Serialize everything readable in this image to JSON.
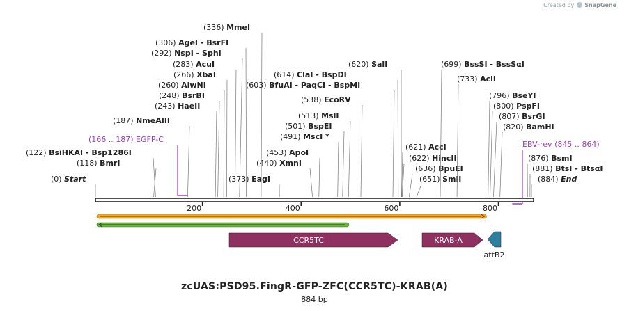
{
  "credit": {
    "prefix": "Created by",
    "brand": "SnapGene"
  },
  "title": "zcUAS:PSD95.FingR-GFP-ZFC(CCR5TC)-KRAB(A)",
  "length_label": "884 bp",
  "map": {
    "length": 884,
    "backbone_color": "#222222",
    "feature_label_color": "#9b3fbf",
    "ruler_ticks": [
      200,
      400,
      600,
      800
    ],
    "sites": [
      {
        "pos": "(0)",
        "name": "Start",
        "italic": true
      },
      {
        "pos": "(118)",
        "name": "BmrI"
      },
      {
        "pos": "(122)",
        "name": "BsiHKAI  -  Bsp1286I"
      },
      {
        "pos": "(187)",
        "name": "NmeAIII"
      },
      {
        "pos": "(243)",
        "name": "HaeII"
      },
      {
        "pos": "(248)",
        "name": "BsrBI"
      },
      {
        "pos": "(260)",
        "name": "AlwNI"
      },
      {
        "pos": "(266)",
        "name": "XbaI"
      },
      {
        "pos": "(283)",
        "name": "AcuI"
      },
      {
        "pos": "(292)",
        "name": "NspI  -  SphI"
      },
      {
        "pos": "(306)",
        "name": "AgeI  -  BsrFI"
      },
      {
        "pos": "(336)",
        "name": "MmeI"
      },
      {
        "pos": "(373)",
        "name": "EagI"
      },
      {
        "pos": "(440)",
        "name": "XmnI"
      },
      {
        "pos": "(453)",
        "name": "ApoI"
      },
      {
        "pos": "(491)",
        "name": "MscI *"
      },
      {
        "pos": "(501)",
        "name": "BspEI"
      },
      {
        "pos": "(513)",
        "name": "MslI"
      },
      {
        "pos": "(538)",
        "name": "EcoRV"
      },
      {
        "pos": "(603)",
        "name": "BfuAI  -  PaqCI  -  BspMI"
      },
      {
        "pos": "(614)",
        "name": "ClaI  -  BspDI"
      },
      {
        "pos": "(620)",
        "name": "SalI"
      },
      {
        "pos": "(621)",
        "name": "AccI"
      },
      {
        "pos": "(622)",
        "name": "HincII"
      },
      {
        "pos": "(636)",
        "name": "BpuEI"
      },
      {
        "pos": "(651)",
        "name": "SmlI"
      },
      {
        "pos": "(699)",
        "name": "BssSI  -  BssSαI"
      },
      {
        "pos": "(733)",
        "name": "AclI"
      },
      {
        "pos": "(796)",
        "name": "BseYI"
      },
      {
        "pos": "(800)",
        "name": "PspFI"
      },
      {
        "pos": "(807)",
        "name": "BsrGI"
      },
      {
        "pos": "(820)",
        "name": "BamHI"
      },
      {
        "pos": "(876)",
        "name": "BsmI"
      },
      {
        "pos": "(881)",
        "name": "BtsI  -  BtsαI"
      },
      {
        "pos": "(884)",
        "name": "End",
        "italic": true
      }
    ],
    "primers": [
      {
        "range": "(166 .. 187)",
        "name": "EGFP-C"
      },
      {
        "range": "(845 .. 864)",
        "name": "EBV-rev"
      }
    ],
    "features": [
      {
        "name": "CCR5TC",
        "color": "#8e3060"
      },
      {
        "name": "KRAB-A",
        "color": "#8e3060"
      },
      {
        "name": "attB2",
        "color": "#2d7f9e"
      }
    ],
    "orf_colors": {
      "forward": "#f2a623",
      "reverse": "#6cb33e"
    }
  }
}
